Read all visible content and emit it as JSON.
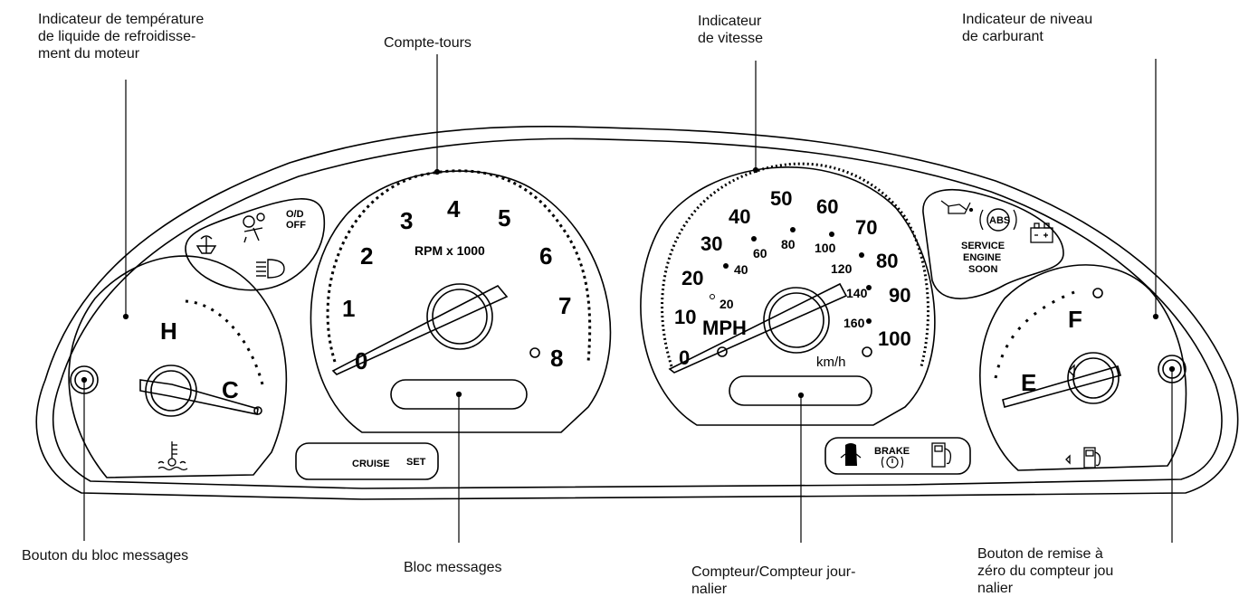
{
  "callouts": {
    "coolant_temp": "Indicateur de température\nde liquide de refroidisse-\nment du moteur",
    "tachometer": "Compte-tours",
    "speedometer": "Indicateur\nde vitesse",
    "fuel_gauge": "Indicateur de niveau\nde carburant",
    "message_button": "Bouton du bloc messages",
    "message_center": "Bloc messages",
    "odometer": "Compteur/Compteur jour-\nnalier",
    "trip_reset": "Bouton de remise à\nzéro du compteur jou\nnalier"
  },
  "tachometer": {
    "unit_label": "RPM x 1000",
    "ticks": [
      "0",
      "1",
      "2",
      "3",
      "4",
      "5",
      "6",
      "7",
      "8"
    ]
  },
  "speedometer": {
    "unit_label": "MPH",
    "secondary_unit": "km/h",
    "mph_ticks": [
      "0",
      "10",
      "20",
      "30",
      "40",
      "50",
      "60",
      "70",
      "80",
      "90",
      "100"
    ],
    "kmh_ticks": [
      "20",
      "40",
      "60",
      "80",
      "100",
      "120",
      "140",
      "160"
    ]
  },
  "temp_gauge": {
    "hot": "H",
    "cold": "C"
  },
  "fuel_gauge": {
    "full": "F",
    "empty": "E"
  },
  "warning_left": {
    "od_off_line1": "O/D",
    "od_off_line2": "OFF"
  },
  "warning_right": {
    "abs": "ABS",
    "service_line1": "SERVICE",
    "service_line2": "ENGINE",
    "service_line3": "SOON"
  },
  "cruise_panel": {
    "cruise": "CRUISE",
    "set": "SET"
  },
  "brake_panel": {
    "brake": "BRAKE"
  }
}
